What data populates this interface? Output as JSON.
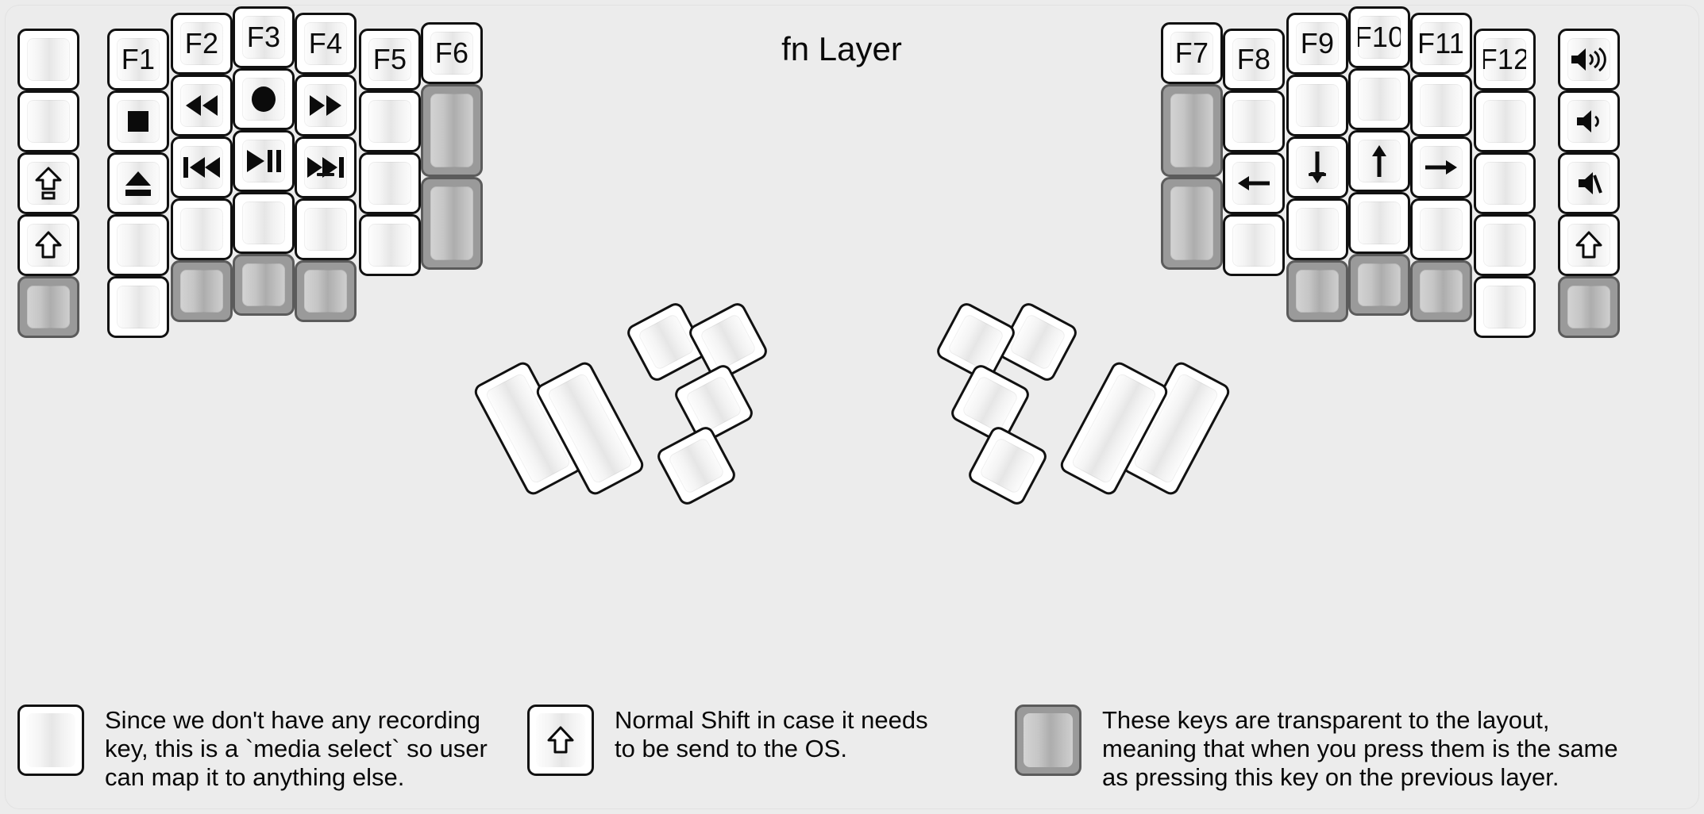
{
  "title": "fn Layer",
  "colors": {
    "background": "#ececec",
    "key_border": "#111111",
    "key_face_light": "#fdfdfd",
    "key_face_mid": "#e6e6e6",
    "transparent_key_border": "#5b5b5b",
    "transparent_key_body": "#9a9a9a",
    "transparent_key_face": "#adadad",
    "text": "#0a0a0a"
  },
  "legend_notes": [
    {
      "icon": "record-dot-icon",
      "key_style": "normal",
      "text": "Since we don't have any recording\nkey, this is a `media select` so user\ncan map it to anything else."
    },
    {
      "icon": "shift-arrow-icon",
      "key_style": "normal",
      "text": "Normal Shift in case it needs\nto be send to the OS."
    },
    {
      "icon": "none",
      "key_style": "transparent",
      "text": "These keys are transparent to the layout,\nmeaning that when you press them is the same\nas pressing this key on the previous layer."
    }
  ],
  "left_half": {
    "columns": [
      {
        "name": "col-pinky-outer",
        "keys": [
          {
            "label": "",
            "icon": "none",
            "style": "normal"
          },
          {
            "label": "",
            "icon": "none",
            "style": "normal"
          },
          {
            "label": "",
            "icon": "caps-lock-icon",
            "style": "normal"
          },
          {
            "label": "",
            "icon": "shift-arrow-icon",
            "style": "normal"
          },
          {
            "label": "",
            "icon": "none",
            "style": "transparent"
          }
        ]
      },
      {
        "name": "col-pinky",
        "keys": [
          {
            "label": "F1",
            "icon": "none",
            "style": "normal"
          },
          {
            "label": "",
            "icon": "media-stop-icon",
            "style": "normal"
          },
          {
            "label": "",
            "icon": "media-eject-icon",
            "style": "normal"
          },
          {
            "label": "",
            "icon": "none",
            "style": "normal"
          },
          {
            "label": "",
            "icon": "none",
            "style": "normal"
          }
        ]
      },
      {
        "name": "col-ring",
        "keys": [
          {
            "label": "F2",
            "icon": "none",
            "style": "normal"
          },
          {
            "label": "",
            "icon": "media-rewind-icon",
            "style": "normal"
          },
          {
            "label": "",
            "icon": "media-prev-track-icon",
            "style": "normal"
          },
          {
            "label": "",
            "icon": "none",
            "style": "normal"
          },
          {
            "label": "",
            "icon": "none",
            "style": "transparent"
          }
        ]
      },
      {
        "name": "col-middle",
        "keys": [
          {
            "label": "F3",
            "icon": "none",
            "style": "normal"
          },
          {
            "label": "",
            "icon": "media-record-icon",
            "style": "normal"
          },
          {
            "label": "",
            "icon": "media-play-pause-icon",
            "style": "normal"
          },
          {
            "label": "",
            "icon": "none",
            "style": "normal"
          },
          {
            "label": "",
            "icon": "none",
            "style": "transparent"
          }
        ]
      },
      {
        "name": "col-index",
        "keys": [
          {
            "label": "F4",
            "icon": "none",
            "style": "normal"
          },
          {
            "label": "",
            "icon": "media-fast-forward-icon",
            "style": "normal"
          },
          {
            "label": "",
            "icon": "media-next-track-icon",
            "style": "normal",
            "homing": true
          },
          {
            "label": "",
            "icon": "none",
            "style": "normal"
          },
          {
            "label": "",
            "icon": "none",
            "style": "transparent"
          }
        ]
      },
      {
        "name": "col-index-inner",
        "keys": [
          {
            "label": "F5",
            "icon": "none",
            "style": "normal"
          },
          {
            "label": "",
            "icon": "none",
            "style": "normal"
          },
          {
            "label": "",
            "icon": "none",
            "style": "normal"
          },
          {
            "label": "",
            "icon": "none",
            "style": "normal"
          }
        ]
      },
      {
        "name": "col-inner-most",
        "keys": [
          {
            "label": "F6",
            "icon": "none",
            "style": "normal"
          },
          {
            "label": "",
            "icon": "none",
            "style": "transparent",
            "tall": true
          },
          {
            "label": "",
            "icon": "none",
            "style": "transparent",
            "tall": true
          }
        ]
      }
    ],
    "thumb_cluster": [
      {
        "name": "thumb-big-1",
        "label": "",
        "icon": "none",
        "style": "normal",
        "size": "2u"
      },
      {
        "name": "thumb-big-2",
        "label": "",
        "icon": "none",
        "style": "normal",
        "size": "2u"
      },
      {
        "name": "thumb-small-1",
        "label": "",
        "icon": "none",
        "style": "normal",
        "size": "1u"
      },
      {
        "name": "thumb-small-2",
        "label": "",
        "icon": "none",
        "style": "normal",
        "size": "1u"
      },
      {
        "name": "thumb-small-3",
        "label": "",
        "icon": "none",
        "style": "normal",
        "size": "1u"
      },
      {
        "name": "thumb-small-4",
        "label": "",
        "icon": "none",
        "style": "normal",
        "size": "1u"
      }
    ]
  },
  "right_half": {
    "columns": [
      {
        "name": "col-inner-most",
        "keys": [
          {
            "label": "F7",
            "icon": "none",
            "style": "normal"
          },
          {
            "label": "",
            "icon": "none",
            "style": "transparent",
            "tall": true
          },
          {
            "label": "",
            "icon": "none",
            "style": "transparent",
            "tall": true
          }
        ]
      },
      {
        "name": "col-index-inner",
        "keys": [
          {
            "label": "F8",
            "icon": "none",
            "style": "normal"
          },
          {
            "label": "",
            "icon": "none",
            "style": "normal"
          },
          {
            "label": "",
            "icon": "arrow-left-icon",
            "style": "normal"
          },
          {
            "label": "",
            "icon": "none",
            "style": "normal"
          }
        ]
      },
      {
        "name": "col-index",
        "keys": [
          {
            "label": "F9",
            "icon": "none",
            "style": "normal"
          },
          {
            "label": "",
            "icon": "none",
            "style": "normal"
          },
          {
            "label": "",
            "icon": "arrow-down-icon",
            "style": "normal",
            "homing": true
          },
          {
            "label": "",
            "icon": "none",
            "style": "normal"
          },
          {
            "label": "",
            "icon": "none",
            "style": "transparent"
          }
        ]
      },
      {
        "name": "col-middle",
        "keys": [
          {
            "label": "F10",
            "icon": "none",
            "style": "normal"
          },
          {
            "label": "",
            "icon": "none",
            "style": "normal"
          },
          {
            "label": "",
            "icon": "arrow-up-icon",
            "style": "normal"
          },
          {
            "label": "",
            "icon": "none",
            "style": "normal"
          },
          {
            "label": "",
            "icon": "none",
            "style": "transparent"
          }
        ]
      },
      {
        "name": "col-ring",
        "keys": [
          {
            "label": "F11",
            "icon": "none",
            "style": "normal"
          },
          {
            "label": "",
            "icon": "none",
            "style": "normal"
          },
          {
            "label": "",
            "icon": "arrow-right-icon",
            "style": "normal"
          },
          {
            "label": "",
            "icon": "none",
            "style": "normal"
          },
          {
            "label": "",
            "icon": "none",
            "style": "transparent"
          }
        ]
      },
      {
        "name": "col-pinky",
        "keys": [
          {
            "label": "F12",
            "icon": "none",
            "style": "normal"
          },
          {
            "label": "",
            "icon": "none",
            "style": "normal"
          },
          {
            "label": "",
            "icon": "none",
            "style": "normal"
          },
          {
            "label": "",
            "icon": "none",
            "style": "normal"
          },
          {
            "label": "",
            "icon": "none",
            "style": "normal"
          }
        ]
      },
      {
        "name": "col-pinky-outer",
        "keys": [
          {
            "label": "",
            "icon": "volume-up-icon",
            "style": "normal"
          },
          {
            "label": "",
            "icon": "volume-down-icon",
            "style": "normal"
          },
          {
            "label": "",
            "icon": "volume-mute-icon",
            "style": "normal"
          },
          {
            "label": "",
            "icon": "shift-arrow-icon",
            "style": "normal"
          },
          {
            "label": "",
            "icon": "none",
            "style": "transparent"
          }
        ]
      }
    ],
    "thumb_cluster": [
      {
        "name": "thumb-small-1",
        "label": "",
        "icon": "none",
        "style": "normal",
        "size": "1u"
      },
      {
        "name": "thumb-small-2",
        "label": "",
        "icon": "none",
        "style": "normal",
        "size": "1u"
      },
      {
        "name": "thumb-small-3",
        "label": "",
        "icon": "none",
        "style": "normal",
        "size": "1u"
      },
      {
        "name": "thumb-small-4",
        "label": "",
        "icon": "none",
        "style": "normal",
        "size": "1u"
      },
      {
        "name": "thumb-big-1",
        "label": "",
        "icon": "none",
        "style": "normal",
        "size": "2u"
      },
      {
        "name": "thumb-big-2",
        "label": "",
        "icon": "none",
        "style": "normal",
        "size": "2u"
      }
    ]
  }
}
